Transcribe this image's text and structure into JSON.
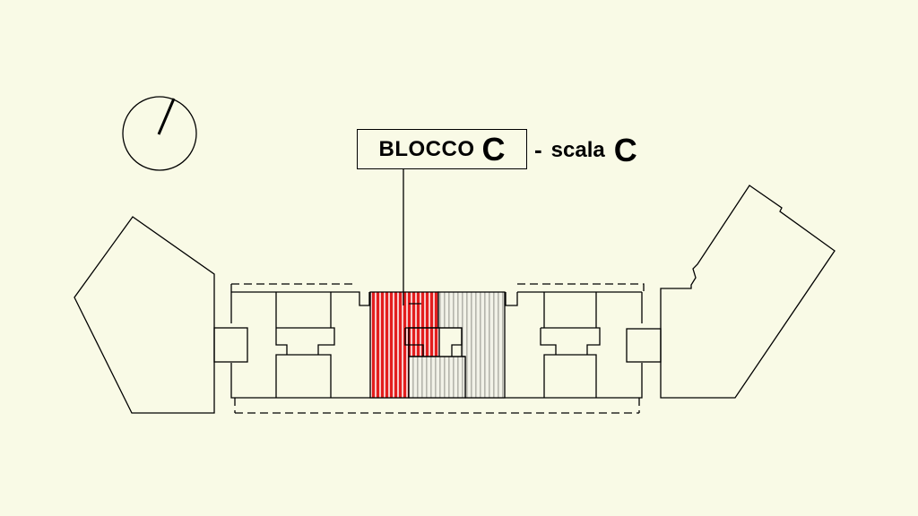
{
  "title": {
    "block_word": "BLOCCO",
    "block_letter": "C",
    "separator": "-",
    "stair_word": "scala",
    "stair_letter": "C"
  },
  "colors": {
    "background": "#f9fae6",
    "line": "#000000",
    "highlight": "#e31e1e",
    "secondary": "#c9c9c0"
  },
  "icons": {
    "compass": "north-arrow-icon"
  }
}
